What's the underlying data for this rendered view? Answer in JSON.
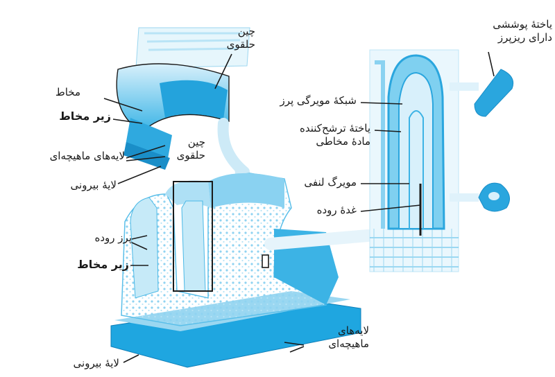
{
  "figure": {
    "labels": {
      "fold_top": [
        "چین",
        "حلقوی"
      ],
      "mucosa": "مخاط",
      "submucosa_top": "زیر مخاط",
      "muscle_top": "لایه‌های ماهیچه‌ای",
      "serosa_top": "لایهٔ بیرونی",
      "fold_mid": [
        "چین",
        "حلقوی"
      ],
      "villus": "پرز روده",
      "submucosa_bottom": "زیر مخاط",
      "serosa_bottom": "لایهٔ بیرونی",
      "muscle_bottom": [
        "لایه‌های",
        "ماهیچه‌ای"
      ],
      "capillary_network": "شبکهٔ مویرگی پرز",
      "goblet_cell": [
        "یاختهٔ ترشح‌کننده",
        "مادهٔ مخاطی"
      ],
      "lacteal": "مویرگ لنفی",
      "intestinal_gland": "غدهٔ روده",
      "epithelial_cell": [
        "یاختهٔ پوششی",
        "دارای ریزپرز"
      ]
    },
    "colors": {
      "tissue_light": "#d8f0fb",
      "tissue_mid": "#7fd0f0",
      "tissue_dark": "#1fa6e0",
      "outline": "#1a1a1a"
    }
  }
}
